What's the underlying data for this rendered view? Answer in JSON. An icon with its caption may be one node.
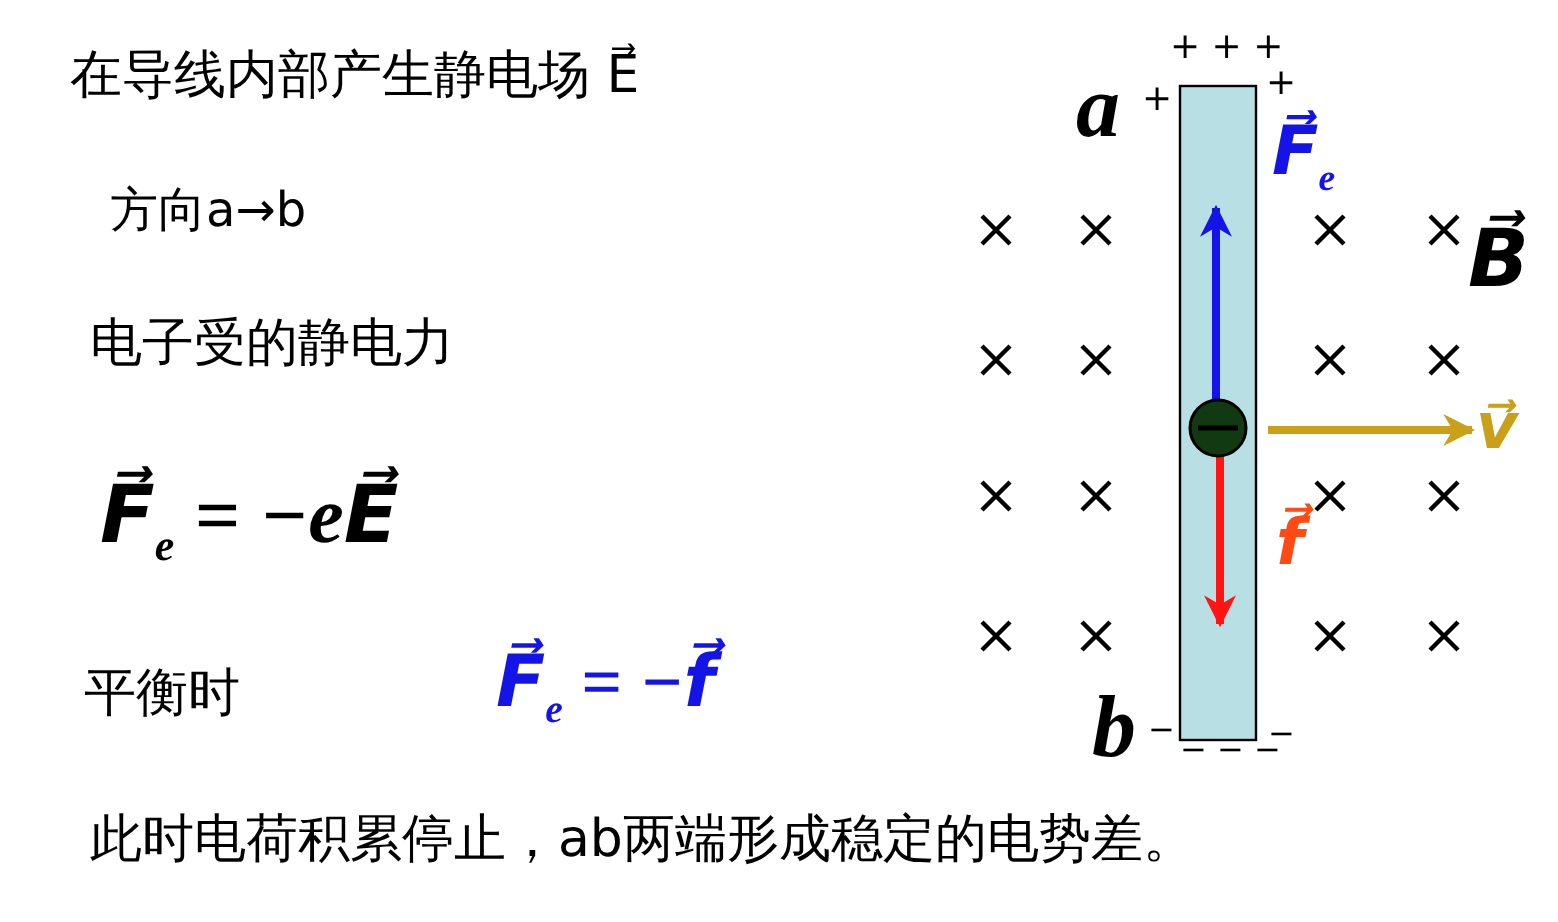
{
  "diagram": {
    "labels": [
      "在导线内部产生静电场 E⃗",
      "方向a→b",
      "+ + +",
      "a",
      "+",
      "+",
      "F⃗$_{e}$",
      "B⃗",
      "v⃗",
      "f⃗",
      "电子受的静电力",
      "F⃗$_{e}$ = −eE⃗",
      "平衡时",
      "F⃗$_{e}$ = −f⃗",
      "b",
      "−",
      "− − −",
      "−",
      "此时电荷积累停止，ab两端形成稳定的电势差。"
    ]
  }
}
